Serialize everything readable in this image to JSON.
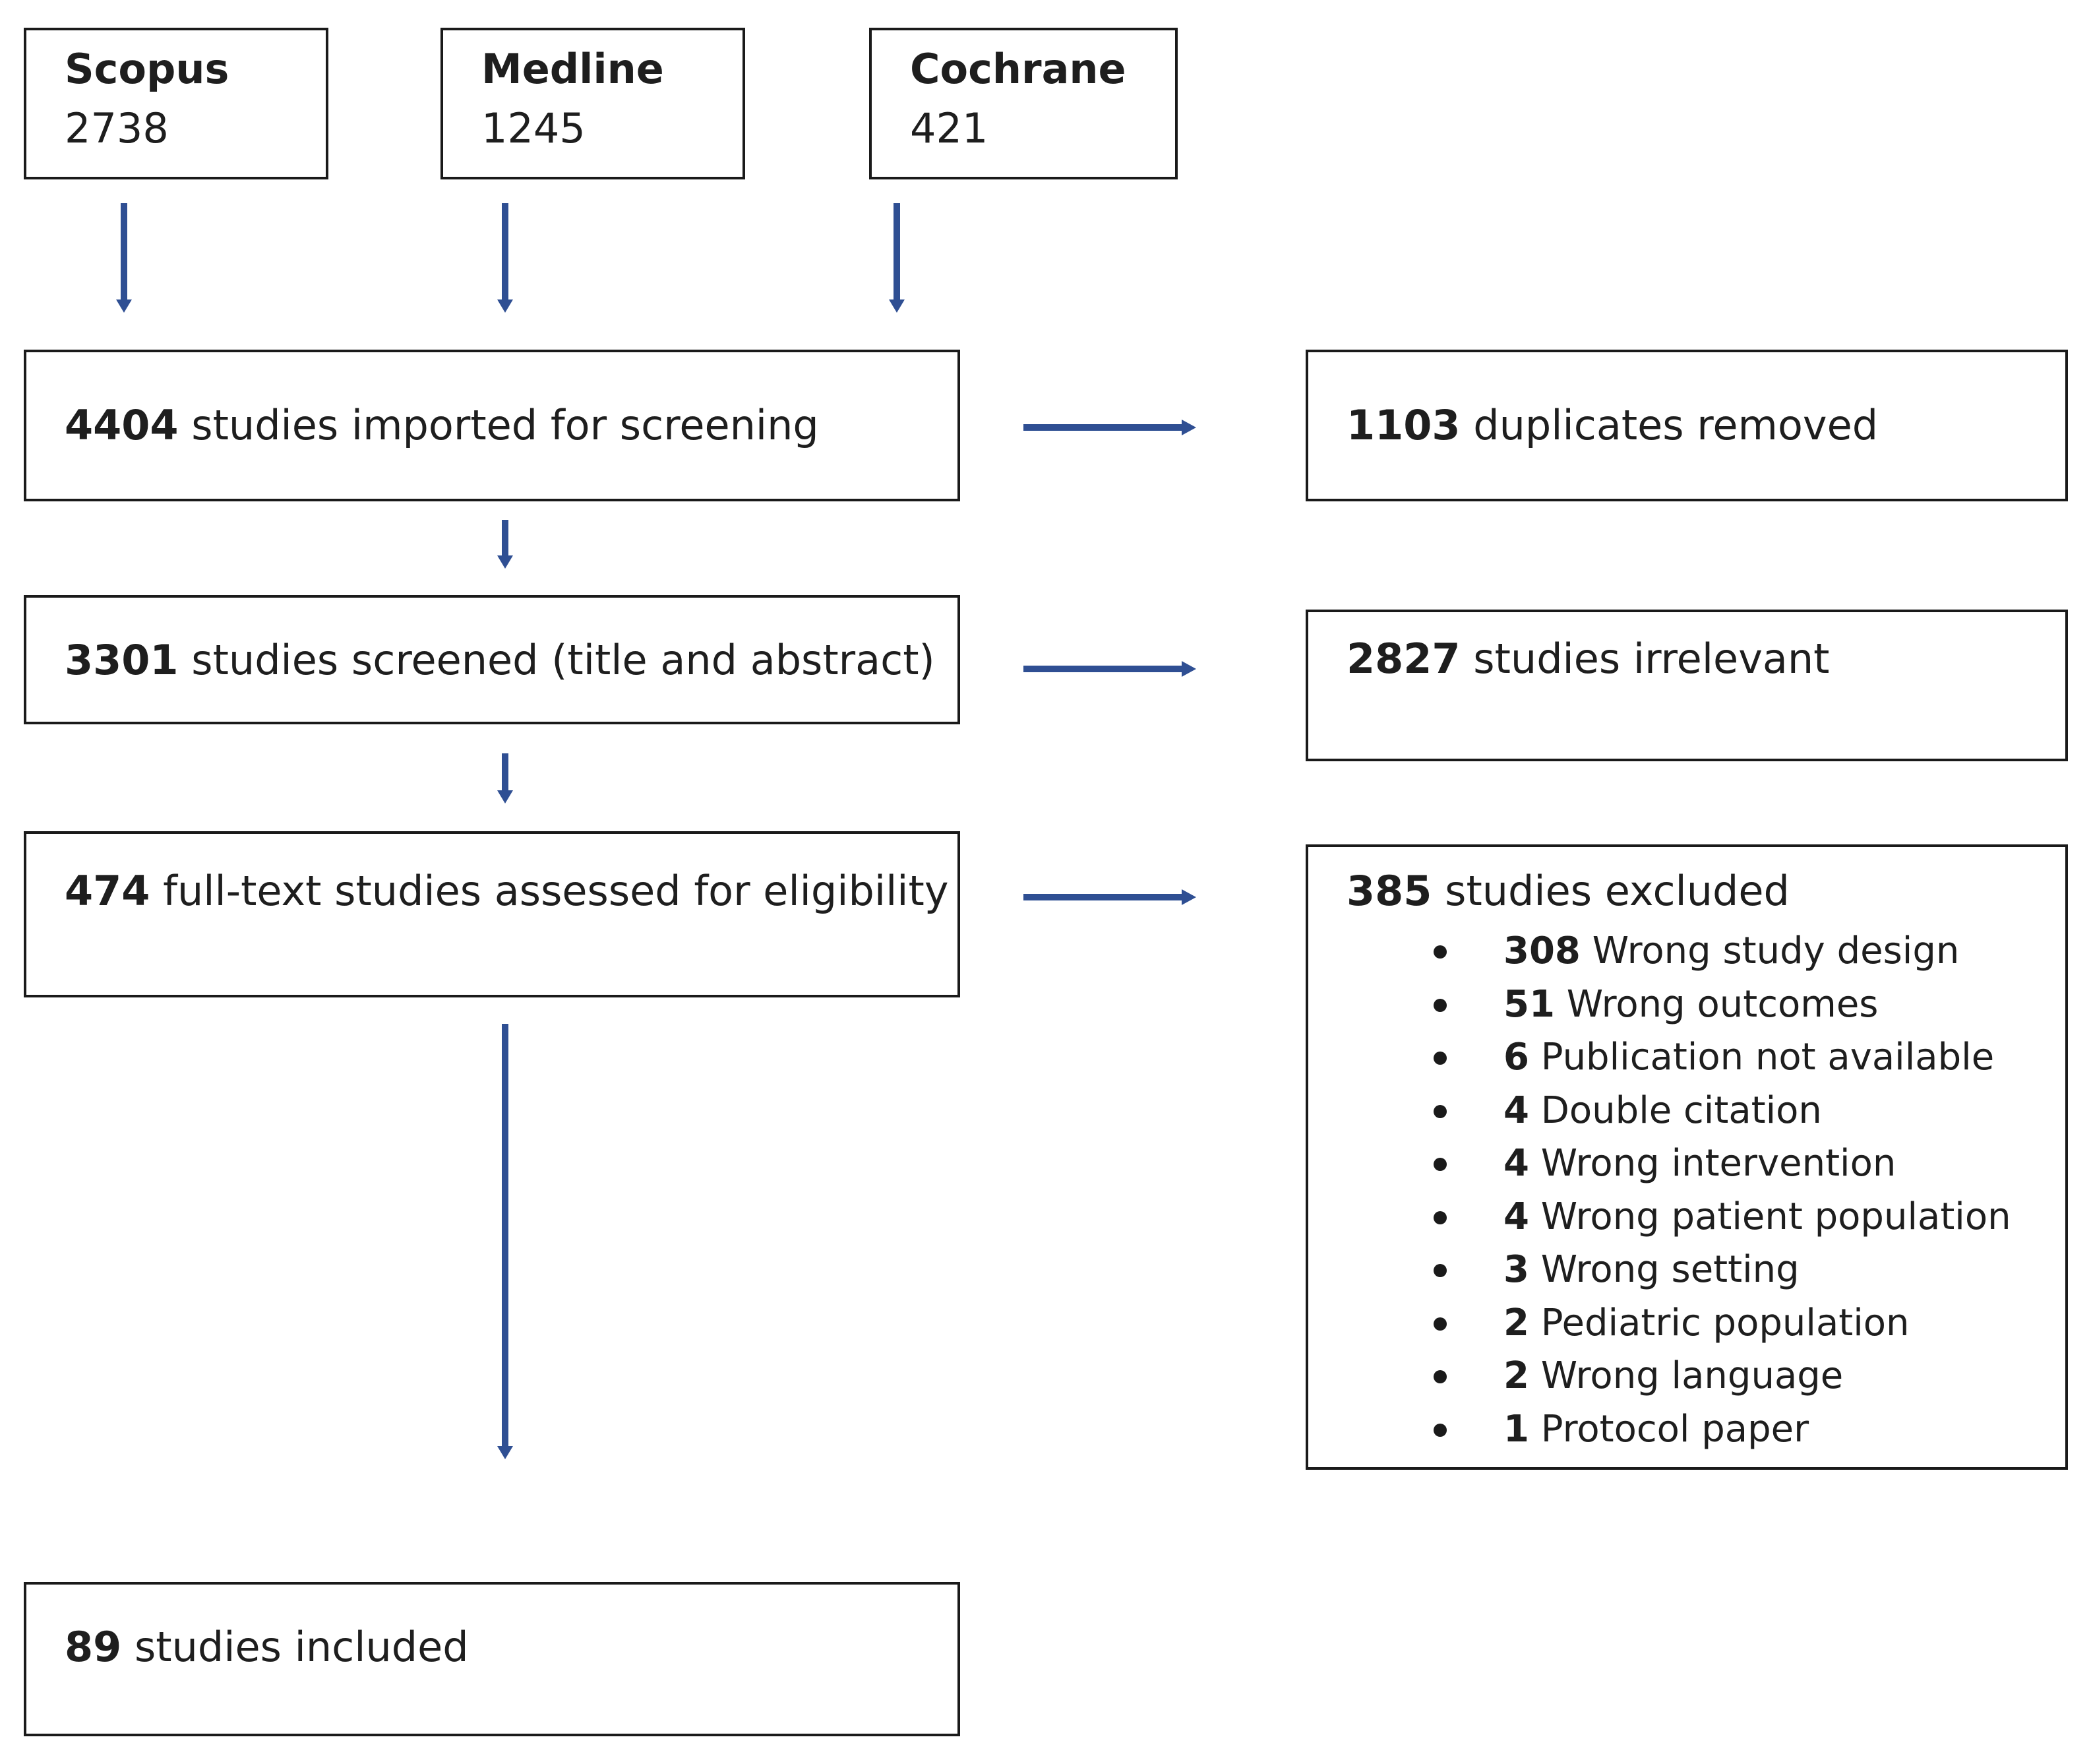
{
  "sources": [
    {
      "name": "Scopus",
      "count": "2738"
    },
    {
      "name": "Medline",
      "count": "1245"
    },
    {
      "name": "Cochrane",
      "count": "421"
    }
  ],
  "flow": {
    "imported": {
      "number": "4404",
      "text": "studies imported for screening"
    },
    "screened": {
      "number": "3301",
      "text": "studies screened (title and abstract)"
    },
    "fulltext": {
      "number": "474",
      "text": "full-text studies assessed for eligibility"
    },
    "included": {
      "number": "89",
      "text": "studies included"
    }
  },
  "removed": {
    "duplicates": {
      "number": "1103",
      "text": "duplicates removed"
    },
    "irrelevant": {
      "number": "2827",
      "text": "studies irrelevant"
    },
    "excluded": {
      "number": "385",
      "text": "studies excluded",
      "reasons": [
        {
          "count": "308",
          "label": "Wrong study design"
        },
        {
          "count": "51",
          "label": "Wrong outcomes"
        },
        {
          "count": "6",
          "label": "Publication not available"
        },
        {
          "count": "4",
          "label": "Double citation"
        },
        {
          "count": "4",
          "label": "Wrong intervention"
        },
        {
          "count": "4",
          "label": "Wrong patient population"
        },
        {
          "count": "3",
          "label": "Wrong setting"
        },
        {
          "count": "2",
          "label": "Pediatric population"
        },
        {
          "count": "2",
          "label": "Wrong language"
        },
        {
          "count": "1",
          "label": "Protocol paper"
        }
      ]
    }
  },
  "colors": {
    "arrow": "#2f4f93",
    "border": "#1a1a1a"
  }
}
